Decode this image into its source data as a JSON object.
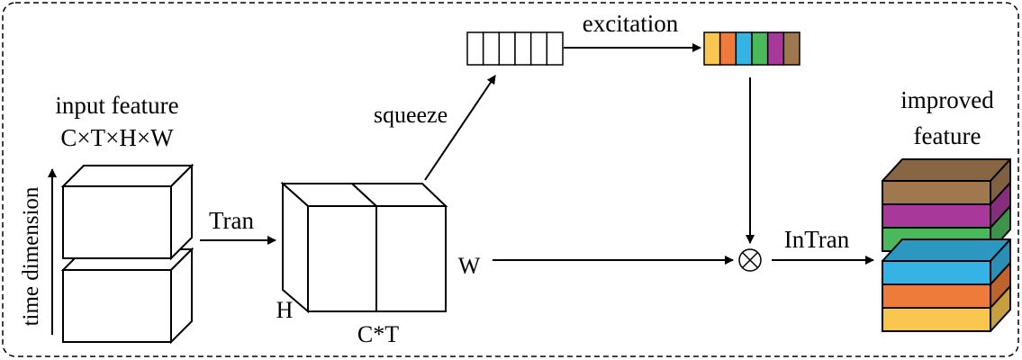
{
  "labels": {
    "input_feature": "input feature",
    "input_dims": "C×T×H×W",
    "time_dimension": "time dimension",
    "tran": "Tran",
    "squeeze": "squeeze",
    "excitation": "excitation",
    "h": "H",
    "w": "W",
    "ct": "C*T",
    "intran": "InTran",
    "improved_line1": "improved",
    "improved_line2": "feature",
    "multiply_symbol": "⊗"
  },
  "colors": {
    "stroke": "#000000",
    "background": "#ffffff",
    "squeeze_cells": [
      "#ffffff",
      "#ffffff",
      "#ffffff",
      "#ffffff",
      "#ffffff",
      "#ffffff"
    ],
    "excitation_cells": [
      "#f9c74f",
      "#ee7b3a",
      "#34b3e4",
      "#4bb85b",
      "#a8399b",
      "#a07850"
    ],
    "output_layers_top_to_bottom": [
      "#a07850",
      "#a8399b",
      "#4bb85b",
      "#34b3e4",
      "#ee7b3a",
      "#f9c74f"
    ]
  }
}
